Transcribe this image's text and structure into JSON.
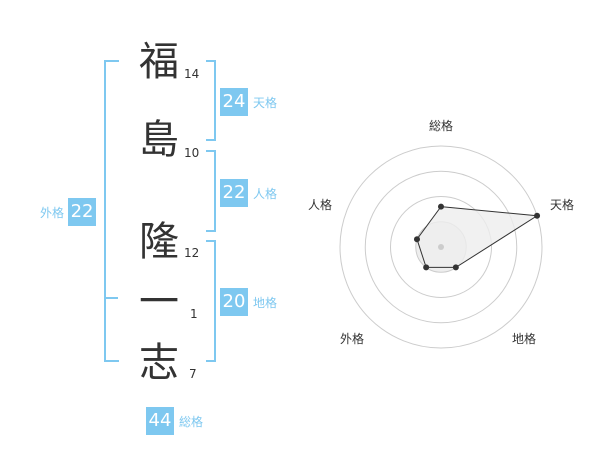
{
  "name": {
    "characters": [
      {
        "char": "福",
        "strokes": "14"
      },
      {
        "char": "島",
        "strokes": "10"
      },
      {
        "char": "隆",
        "strokes": "12"
      },
      {
        "char": "一",
        "strokes": "1"
      },
      {
        "char": "志",
        "strokes": "7"
      }
    ]
  },
  "fortunes": {
    "tenkaku": {
      "value": "24",
      "label": "天格"
    },
    "jinkaku": {
      "value": "22",
      "label": "人格"
    },
    "chikaku": {
      "value": "20",
      "label": "地格"
    },
    "gaikaku": {
      "value": "22",
      "label": "外格"
    },
    "soukaku": {
      "value": "44",
      "label": "総格"
    }
  },
  "chart_data": {
    "type": "radar",
    "axes": [
      "総格",
      "天格",
      "地格",
      "外格",
      "人格"
    ],
    "values": [
      0.4,
      1.0,
      0.25,
      0.25,
      0.25
    ],
    "rings": 4,
    "colors": {
      "fill": "#eeeeee",
      "line": "#333333",
      "grid": "#cccccc"
    }
  },
  "colors": {
    "accent": "#7ec8f0",
    "text": "#333333"
  }
}
